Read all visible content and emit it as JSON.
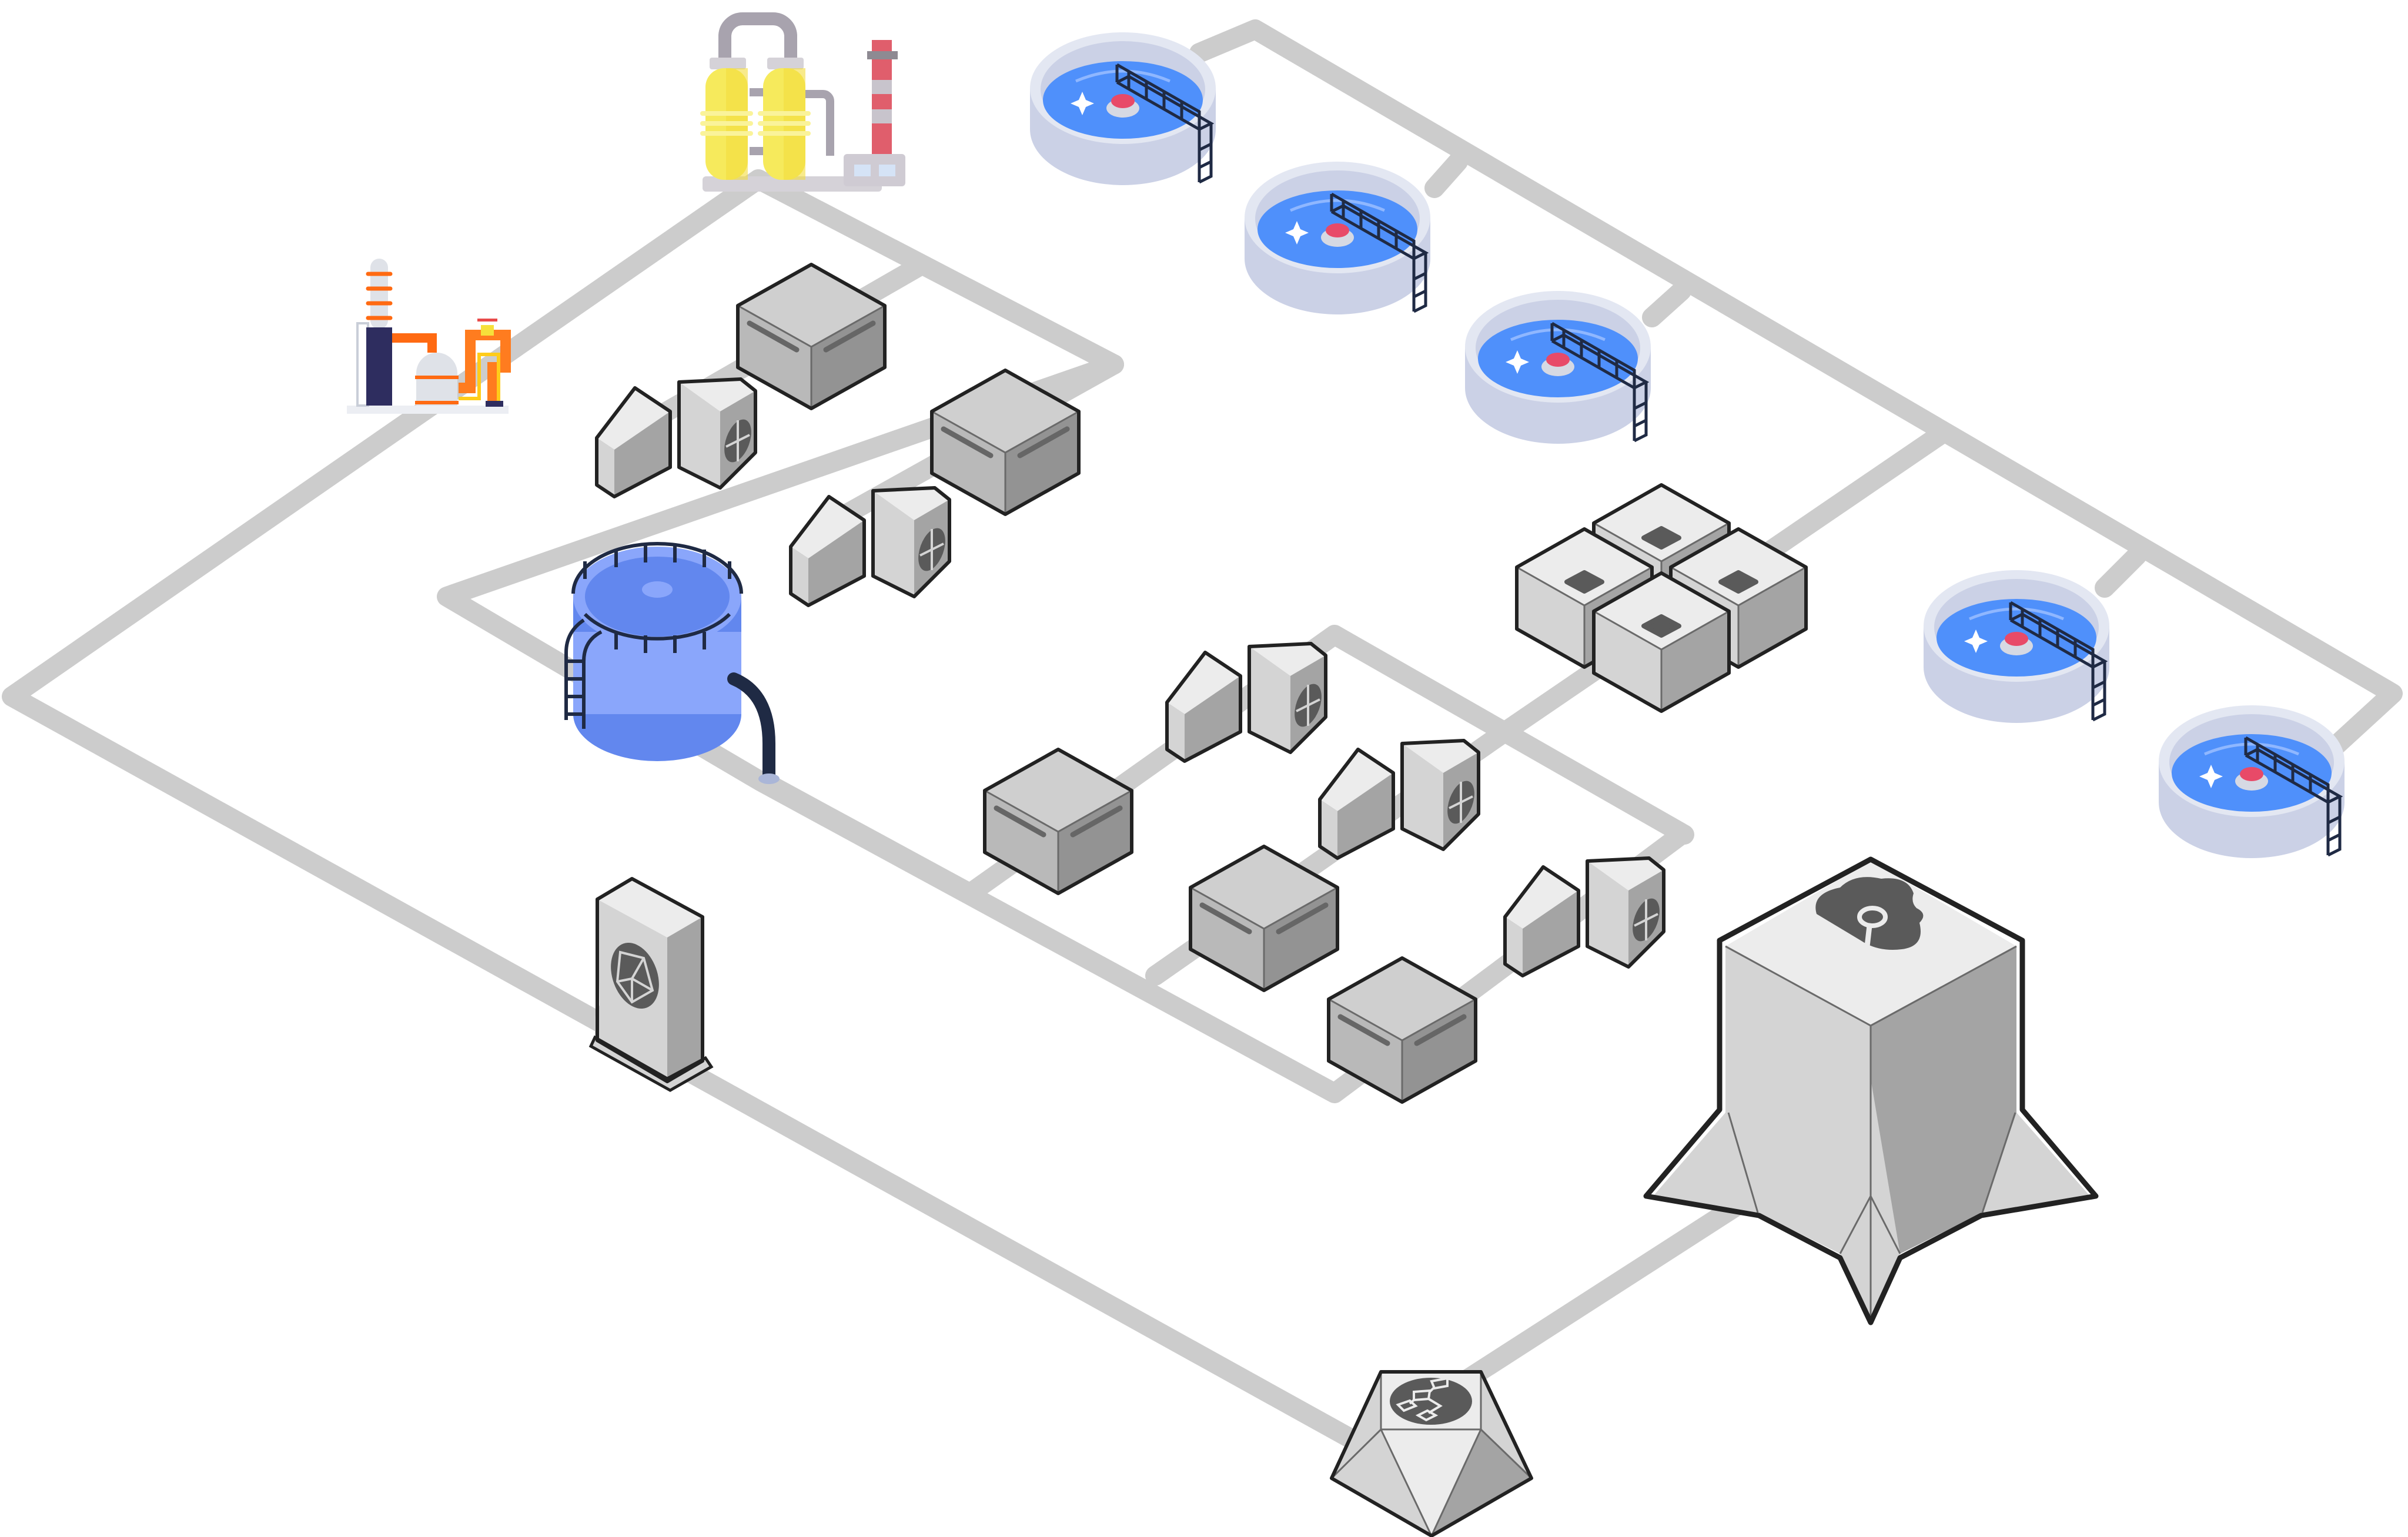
{
  "diagram": {
    "title": "",
    "background": "#ffffff",
    "colors": {
      "pipe": "#cccccc",
      "outline": "#222222",
      "top_face": "#ececec",
      "left_face": "#d4d4d4",
      "right_face": "#a4a4a4",
      "server_top": "#cfcfcf",
      "server_left": "#b9b9b9",
      "server_right": "#939393",
      "icon_fill": "#5a5a5a",
      "water": "#4f90fb",
      "basin_wall": "#cbd1e6",
      "basin_rim": "#e3e7f2",
      "tank": "#8aa6fb",
      "tank_dark": "#6287ee",
      "railing": "#1f2a44",
      "accent_red": "#e84a68",
      "refinery_yellow": "#f6e65c",
      "refinery_orange": "#ff7c1f",
      "refinery_navy": "#2e2d5f"
    },
    "nodes": [
      {
        "id": "refinery-plant",
        "type": "refinery",
        "label": ""
      },
      {
        "id": "gas-processing-plant",
        "type": "gas-separator",
        "label": ""
      },
      {
        "id": "storage-tank",
        "type": "water-tank",
        "label": ""
      },
      {
        "id": "server-1",
        "type": "gateway-box",
        "label": ""
      },
      {
        "id": "server-2",
        "type": "gateway-box",
        "label": ""
      },
      {
        "id": "server-3",
        "type": "gateway-box",
        "label": ""
      },
      {
        "id": "server-4",
        "type": "gateway-box",
        "label": ""
      },
      {
        "id": "server-5",
        "type": "gateway-box",
        "label": ""
      },
      {
        "id": "sensor-1",
        "type": "fan-unit",
        "icon": "fan-arrows-icon"
      },
      {
        "id": "sensor-2",
        "type": "fan-unit",
        "icon": "fan-arrows-icon"
      },
      {
        "id": "sensor-3",
        "type": "fan-unit",
        "icon": "fan-arrows-icon"
      },
      {
        "id": "sensor-4",
        "type": "fan-unit",
        "icon": "fan-arrows-icon"
      },
      {
        "id": "sensor-5",
        "type": "fan-unit",
        "icon": "fan-arrows-icon"
      },
      {
        "id": "network-device",
        "type": "tower",
        "icon": "network-globe-icon"
      },
      {
        "id": "cube-cluster",
        "type": "cube-cluster",
        "count": 4
      },
      {
        "id": "basin-1",
        "type": "clarifier-basin"
      },
      {
        "id": "basin-2",
        "type": "clarifier-basin"
      },
      {
        "id": "basin-3",
        "type": "clarifier-basin"
      },
      {
        "id": "basin-4",
        "type": "clarifier-basin"
      },
      {
        "id": "basin-5",
        "type": "clarifier-basin"
      },
      {
        "id": "cloud-analytics-hub",
        "type": "rocket-hub",
        "icon": "cloud-search-icon"
      },
      {
        "id": "workflow-hub",
        "type": "pentagon-hub",
        "icon": "flowchart-icon"
      }
    ]
  }
}
